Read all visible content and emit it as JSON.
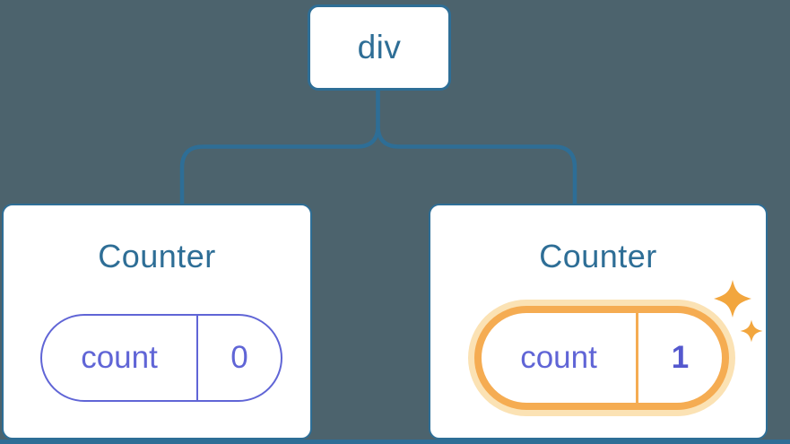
{
  "colors": {
    "background": "#4C636D",
    "node_blue": "#2E6E96",
    "state_purple": "#6065D6",
    "highlight_amber": "#F5AC52",
    "highlight_glow": "#FBE2B4",
    "card_background": "#FFFFFF"
  },
  "tree": {
    "root": {
      "label": "div"
    },
    "children": [
      {
        "title": "Counter",
        "state_key": "count",
        "state_value": "0",
        "highlighted": false
      },
      {
        "title": "Counter",
        "state_key": "count",
        "state_value": "1",
        "highlighted": true
      }
    ]
  },
  "icons": {
    "sparkles": "sparkles-icon"
  }
}
